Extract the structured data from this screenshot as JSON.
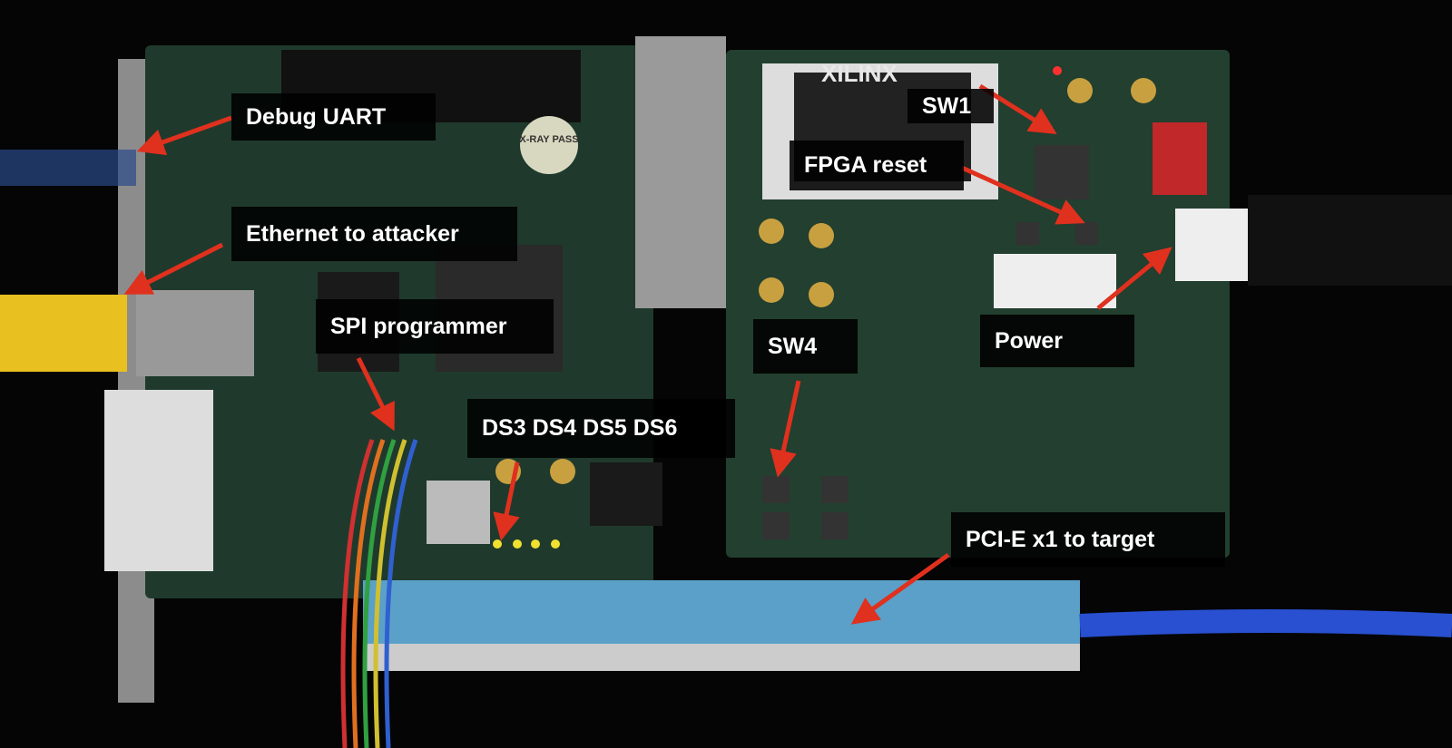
{
  "board_markings": {
    "brand": "XILINX",
    "sticker": "X-RAY PASS"
  },
  "callouts": [
    {
      "id": "debug-uart",
      "text": "Debug UART"
    },
    {
      "id": "ethernet",
      "text": "Ethernet to attacker"
    },
    {
      "id": "spi",
      "text": "SPI programmer"
    },
    {
      "id": "leds",
      "text": "DS3 DS4 DS5 DS6"
    },
    {
      "id": "sw4",
      "text": "SW4"
    },
    {
      "id": "sw1",
      "text": "SW1"
    },
    {
      "id": "fpga-reset",
      "text": "FPGA reset"
    },
    {
      "id": "power",
      "text": "Power"
    },
    {
      "id": "pcie",
      "text": "PCI-E x1 to target"
    }
  ],
  "colors": {
    "arrow": "#e0301e",
    "board": "#1f3a2c",
    "label_bg": "#000000"
  }
}
